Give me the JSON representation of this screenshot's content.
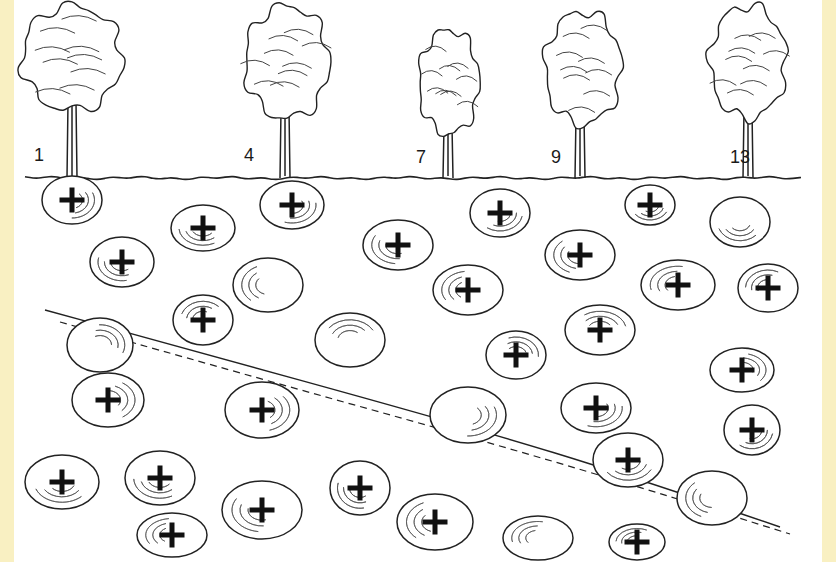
{
  "diagram": {
    "labels": [
      "1",
      "4",
      "7",
      "9",
      "13"
    ]
  }
}
